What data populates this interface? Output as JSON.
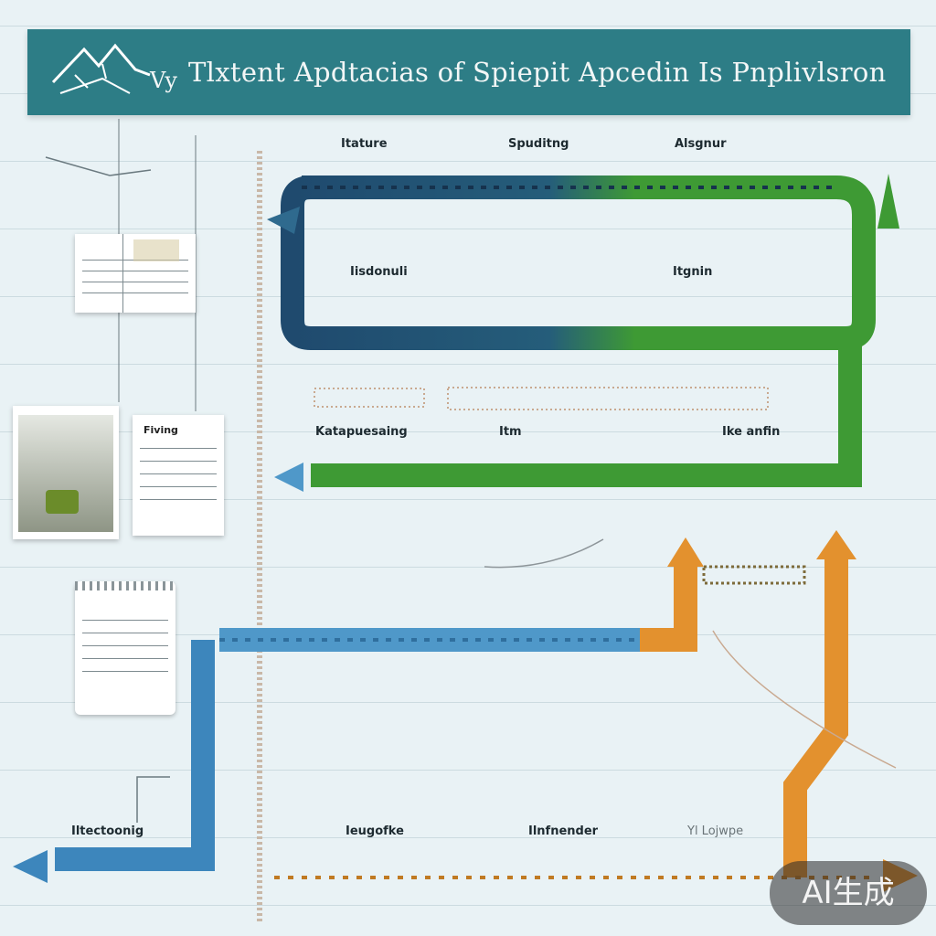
{
  "header": {
    "title": "Tlxtent Apdtacias of Spiepit Apcedin Is Pnplivlsron",
    "logo_icon": "mountain-sketch-icon",
    "logo_text": "Vy"
  },
  "labels": {
    "top_left": "Itature",
    "top_middle": "Spuditng",
    "top_right": "Alsgnur",
    "loop_left": "Iisdonuli",
    "loop_right": "Itgnin",
    "mid_left": "Katapuesaing",
    "mid_middle": "Itm",
    "mid_right": "Ike anfin",
    "bottom_1": "Iltectoonig",
    "bottom_2": "Ieugofke",
    "bottom_3": "Ilnfnender",
    "bottom_4": "Yl Lojwpe"
  },
  "documents": {
    "card_title": "Fiving"
  },
  "badge": {
    "text": "AI生成"
  },
  "colors": {
    "header": "#2d7d86",
    "navy": "#1f4a6e",
    "green": "#3e9a34",
    "light_blue": "#4f98c9",
    "orange": "#e3912e",
    "background": "#e9f2f5"
  }
}
